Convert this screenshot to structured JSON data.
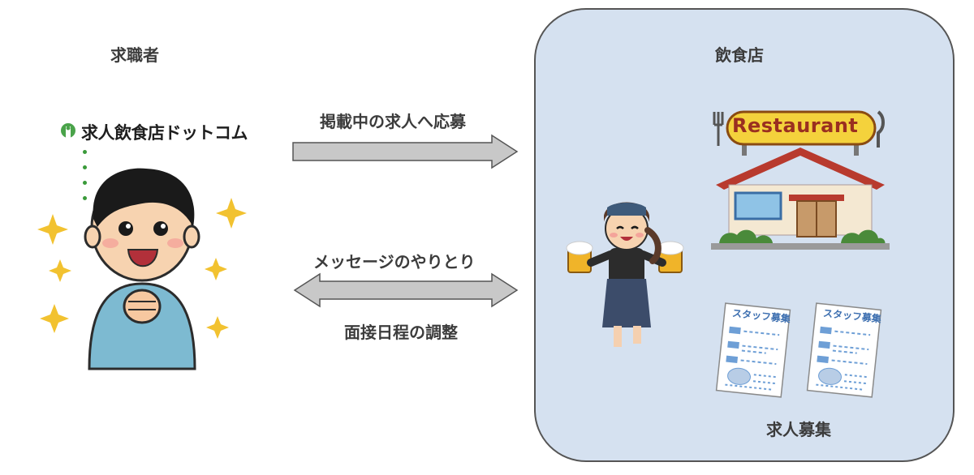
{
  "job_seeker": {
    "title": "求職者"
  },
  "logo": {
    "text": "求人飲食店ドットコム"
  },
  "flow": {
    "apply_label": "掲載中の求人へ応募",
    "messages_label": "メッセージのやりとり",
    "interview_label": "面接日程の調整"
  },
  "restaurant": {
    "title": "飲食店",
    "sign_text": "Restaurant",
    "recruit_label": "求人募集",
    "flyer_heading": "スタッフ募集"
  },
  "colors": {
    "panel_bg": "#d5e1f0",
    "arrow_fill": "#c8c8c8",
    "sign_yellow": "#f4d23c",
    "sparkle": "#f2c230"
  }
}
